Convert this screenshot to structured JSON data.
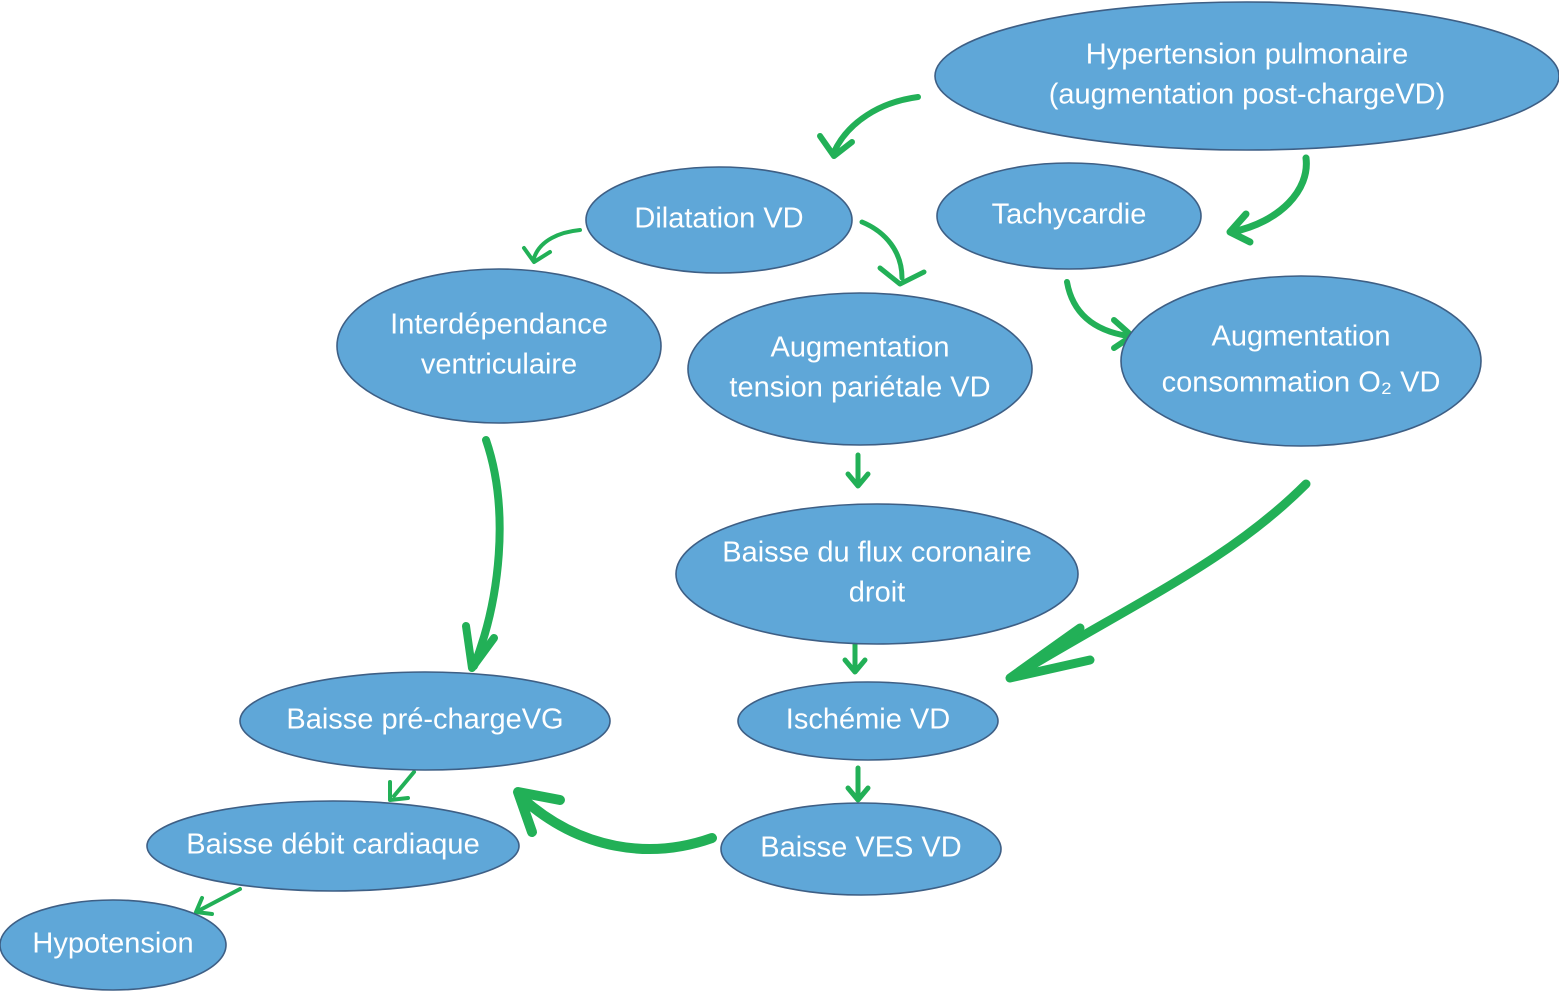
{
  "diagram": {
    "title": "",
    "colors": {
      "node_fill": "#5fa7d8",
      "node_stroke": "#3e5f85",
      "node_text": "#ffffff",
      "arrow": "#22b057",
      "background": "#ffffff"
    },
    "nodes": [
      {
        "id": "htp",
        "lines": [
          "Hypertension pulmonaire",
          "(augmentation post-chargeVD)"
        ]
      },
      {
        "id": "dilatation",
        "lines": [
          "Dilatation VD"
        ]
      },
      {
        "id": "tachycardie",
        "lines": [
          "Tachycardie"
        ]
      },
      {
        "id": "interdependance",
        "lines": [
          "Interdépendance",
          "ventriculaire"
        ]
      },
      {
        "id": "tension",
        "lines": [
          "Augmentation",
          "tension pariétale VD"
        ]
      },
      {
        "id": "consommation",
        "lines": [
          "Augmentation",
          "consommation O₂ VD"
        ]
      },
      {
        "id": "flux",
        "lines": [
          "Baisse du flux coronaire",
          "droit"
        ]
      },
      {
        "id": "precharge",
        "lines": [
          "Baisse pré-chargeVG"
        ]
      },
      {
        "id": "ischemie",
        "lines": [
          "Ischémie  VD"
        ]
      },
      {
        "id": "debit",
        "lines": [
          "Baisse débit cardiaque"
        ]
      },
      {
        "id": "ves",
        "lines": [
          "Baisse VES VD"
        ]
      },
      {
        "id": "hypotension",
        "lines": [
          "Hypotension"
        ]
      }
    ],
    "edges": [
      {
        "from": "htp",
        "to": "dilatation"
      },
      {
        "from": "htp",
        "to": "tachycardie"
      },
      {
        "from": "dilatation",
        "to": "interdependance"
      },
      {
        "from": "dilatation",
        "to": "tension"
      },
      {
        "from": "tachycardie",
        "to": "consommation"
      },
      {
        "from": "interdependance",
        "to": "precharge"
      },
      {
        "from": "tension",
        "to": "flux"
      },
      {
        "from": "consommation",
        "to": "ischemie"
      },
      {
        "from": "flux",
        "to": "ischemie"
      },
      {
        "from": "ischemie",
        "to": "ves"
      },
      {
        "from": "ves",
        "to": "precharge"
      },
      {
        "from": "precharge",
        "to": "debit"
      },
      {
        "from": "debit",
        "to": "hypotension"
      }
    ]
  }
}
